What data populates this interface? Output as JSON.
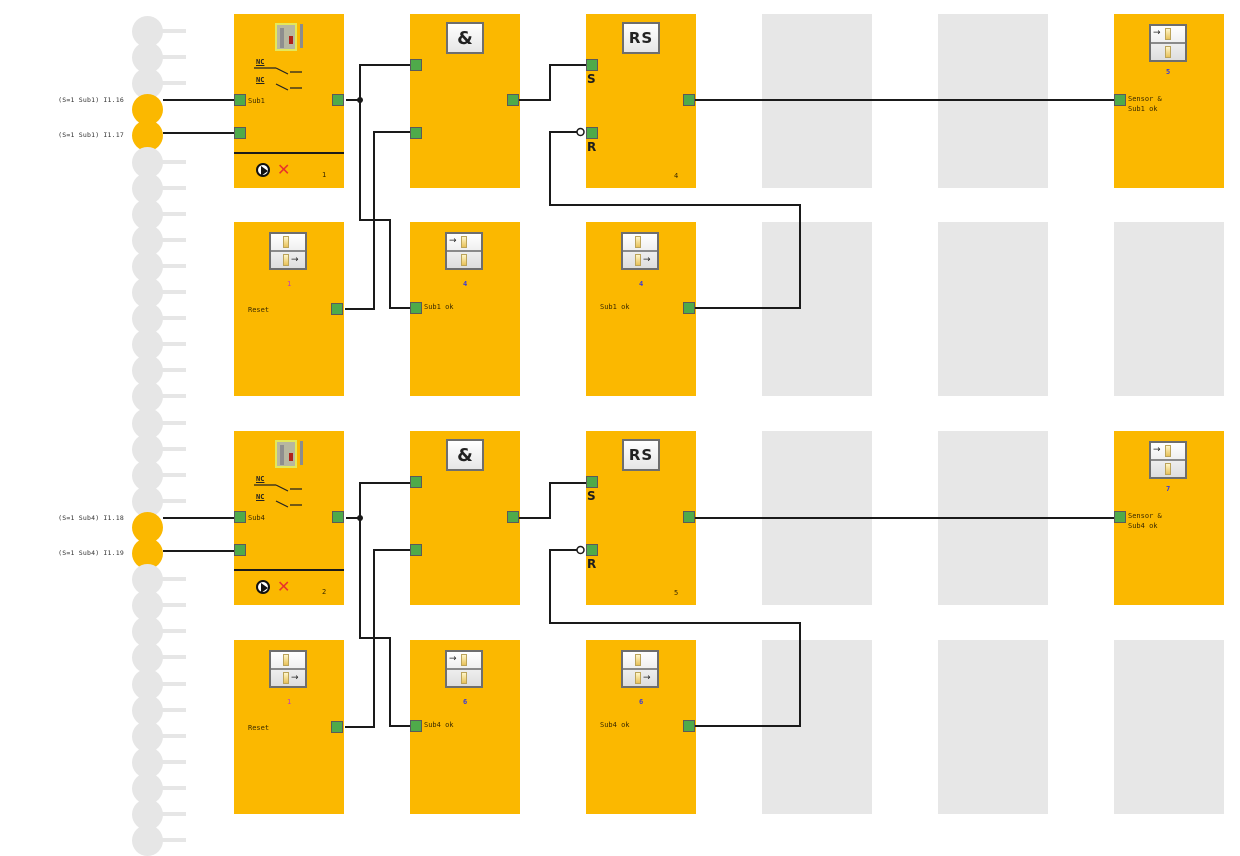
{
  "diagram": {
    "input_rail": {
      "inputs": [
        {
          "label": "(S=1 Sub1) I1.16",
          "active": true
        },
        {
          "label": "(S=1 Sub1) I1.17",
          "active": true
        },
        {
          "label": "(S=1 Sub4) I1.18",
          "active": true
        },
        {
          "label": "(S=1 Sub4) I1.19",
          "active": true
        }
      ]
    },
    "groups": [
      {
        "name": "group-1",
        "door_monitor": {
          "contact_1": "NC",
          "contact_2": "NC",
          "tag": "Sub1",
          "number": "1",
          "icons": [
            "door-switch-icon",
            "play-icon",
            "diagnostics-disabled-icon"
          ]
        },
        "and_gate": {
          "symbol": "&"
        },
        "rs_flipflop": {
          "symbol": "RS",
          "set_label": "S",
          "reset_label": "R",
          "number": "4"
        },
        "reset_flag": {
          "number": "1",
          "text": "Reset",
          "type": "marker-out"
        },
        "sub_ok_in": {
          "number": "4",
          "text": "Sub1 ok",
          "type": "marker-in"
        },
        "sub_ok_out": {
          "number": "4",
          "text": "Sub1 ok",
          "type": "marker-out"
        },
        "output_flag": {
          "number": "5",
          "text": "Sensor &\nSub1 ok",
          "type": "marker-in"
        }
      },
      {
        "name": "group-2",
        "door_monitor": {
          "contact_1": "NC",
          "contact_2": "NC",
          "tag": "Sub4",
          "number": "2",
          "icons": [
            "door-switch-icon",
            "play-icon",
            "diagnostics-disabled-icon"
          ]
        },
        "and_gate": {
          "symbol": "&"
        },
        "rs_flipflop": {
          "symbol": "RS",
          "set_label": "S",
          "reset_label": "R",
          "number": "5"
        },
        "reset_flag": {
          "number": "1",
          "text": "Reset",
          "type": "marker-out"
        },
        "sub_ok_in": {
          "number": "6",
          "text": "Sub4 ok",
          "type": "marker-in"
        },
        "sub_ok_out": {
          "number": "6",
          "text": "Sub4 ok",
          "type": "marker-out"
        },
        "output_flag": {
          "number": "7",
          "text": "Sensor &\nSub4 ok",
          "type": "marker-in"
        }
      }
    ],
    "colors": {
      "block": "#fbb800",
      "empty_slot": "#e7e7e7",
      "pin": "#4faa4a",
      "wire": "#1a1a1a",
      "rail_inactive": "#e6e6e6",
      "rail_active": "#fbb800"
    }
  }
}
